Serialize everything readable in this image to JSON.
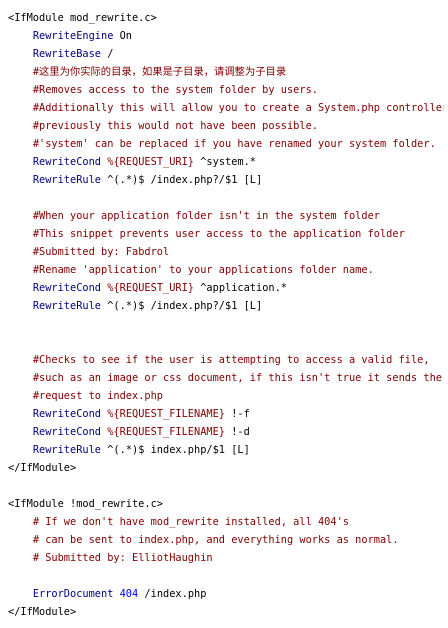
{
  "colors": {
    "background": "#ffffff",
    "tag": "#000000",
    "directive": "#000080",
    "comment": "#800000",
    "variable": "#800000",
    "number": "#0000ff",
    "text": "#000000"
  },
  "lines": [
    [
      {
        "c": "tag",
        "t": "<IfModule mod_rewrite.c>"
      }
    ],
    [
      {
        "c": "ind",
        "t": "    "
      },
      {
        "c": "kw",
        "t": "RewriteEngine"
      },
      {
        "c": "txt",
        "t": " On"
      }
    ],
    [
      {
        "c": "ind",
        "t": "    "
      },
      {
        "c": "kw",
        "t": "RewriteBase"
      },
      {
        "c": "txt",
        "t": " /"
      }
    ],
    [
      {
        "c": "ind",
        "t": "    "
      },
      {
        "c": "cm",
        "t": "#这里为你实际的目录，如果是子目录，请调整为子目录"
      }
    ],
    [
      {
        "c": "ind",
        "t": "    "
      },
      {
        "c": "cm",
        "t": "#Removes access to the system folder by users."
      }
    ],
    [
      {
        "c": "ind",
        "t": "    "
      },
      {
        "c": "cm",
        "t": "#Additionally this will allow you to create a System.php controller,"
      }
    ],
    [
      {
        "c": "ind",
        "t": "    "
      },
      {
        "c": "cm",
        "t": "#previously this would not have been possible."
      }
    ],
    [
      {
        "c": "ind",
        "t": "    "
      },
      {
        "c": "cm",
        "t": "#'system' can be replaced if you have renamed your system folder."
      }
    ],
    [
      {
        "c": "ind",
        "t": "    "
      },
      {
        "c": "kw",
        "t": "RewriteCond"
      },
      {
        "c": "txt",
        "t": " "
      },
      {
        "c": "var",
        "t": "%{REQUEST_URI}"
      },
      {
        "c": "txt",
        "t": " ^system.*"
      }
    ],
    [
      {
        "c": "ind",
        "t": "    "
      },
      {
        "c": "kw",
        "t": "RewriteRule"
      },
      {
        "c": "txt",
        "t": " ^(.*)$ /index.php?/$1 [L]"
      }
    ],
    [],
    [
      {
        "c": "ind",
        "t": "    "
      },
      {
        "c": "cm",
        "t": "#When your application folder isn't in the system folder"
      }
    ],
    [
      {
        "c": "ind",
        "t": "    "
      },
      {
        "c": "cm",
        "t": "#This snippet prevents user access to the application folder"
      }
    ],
    [
      {
        "c": "ind",
        "t": "    "
      },
      {
        "c": "cm",
        "t": "#Submitted by: Fabdrol"
      }
    ],
    [
      {
        "c": "ind",
        "t": "    "
      },
      {
        "c": "cm",
        "t": "#Rename 'application' to your applications folder name."
      }
    ],
    [
      {
        "c": "ind",
        "t": "    "
      },
      {
        "c": "kw",
        "t": "RewriteCond"
      },
      {
        "c": "txt",
        "t": " "
      },
      {
        "c": "var",
        "t": "%{REQUEST_URI}"
      },
      {
        "c": "txt",
        "t": " ^application.*"
      }
    ],
    [
      {
        "c": "ind",
        "t": "    "
      },
      {
        "c": "kw",
        "t": "RewriteRule"
      },
      {
        "c": "txt",
        "t": " ^(.*)$ /index.php?/$1 [L]"
      }
    ],
    [],
    [],
    [
      {
        "c": "ind",
        "t": "    "
      },
      {
        "c": "cm",
        "t": "#Checks to see if the user is attempting to access a valid file,"
      }
    ],
    [
      {
        "c": "ind",
        "t": "    "
      },
      {
        "c": "cm",
        "t": "#such as an image or css document, if this isn't true it sends the"
      }
    ],
    [
      {
        "c": "ind",
        "t": "    "
      },
      {
        "c": "cm",
        "t": "#request to index.php"
      }
    ],
    [
      {
        "c": "ind",
        "t": "    "
      },
      {
        "c": "kw",
        "t": "RewriteCond"
      },
      {
        "c": "txt",
        "t": " "
      },
      {
        "c": "var",
        "t": "%{REQUEST_FILENAME}"
      },
      {
        "c": "txt",
        "t": " !-f"
      }
    ],
    [
      {
        "c": "ind",
        "t": "    "
      },
      {
        "c": "kw",
        "t": "RewriteCond"
      },
      {
        "c": "txt",
        "t": " "
      },
      {
        "c": "var",
        "t": "%{REQUEST_FILENAME}"
      },
      {
        "c": "txt",
        "t": " !-d"
      }
    ],
    [
      {
        "c": "ind",
        "t": "    "
      },
      {
        "c": "kw",
        "t": "RewriteRule"
      },
      {
        "c": "txt",
        "t": " ^(.*)$ index.php/$1 [L]"
      }
    ],
    [
      {
        "c": "tag",
        "t": "</IfModule>"
      }
    ],
    [],
    [
      {
        "c": "tag",
        "t": "<IfModule !mod_rewrite.c>"
      }
    ],
    [
      {
        "c": "ind",
        "t": "    "
      },
      {
        "c": "cm",
        "t": "# If we don't have mod_rewrite installed, all 404's"
      }
    ],
    [
      {
        "c": "ind",
        "t": "    "
      },
      {
        "c": "cm",
        "t": "# can be sent to index.php, and everything works as normal."
      }
    ],
    [
      {
        "c": "ind",
        "t": "    "
      },
      {
        "c": "cm",
        "t": "# Submitted by: ElliotHaughin"
      }
    ],
    [],
    [
      {
        "c": "ind",
        "t": "    "
      },
      {
        "c": "kw",
        "t": "ErrorDocument"
      },
      {
        "c": "txt",
        "t": " "
      },
      {
        "c": "num",
        "t": "404"
      },
      {
        "c": "txt",
        "t": " /index.php"
      }
    ],
    [
      {
        "c": "tag",
        "t": "</IfModule>"
      }
    ]
  ]
}
